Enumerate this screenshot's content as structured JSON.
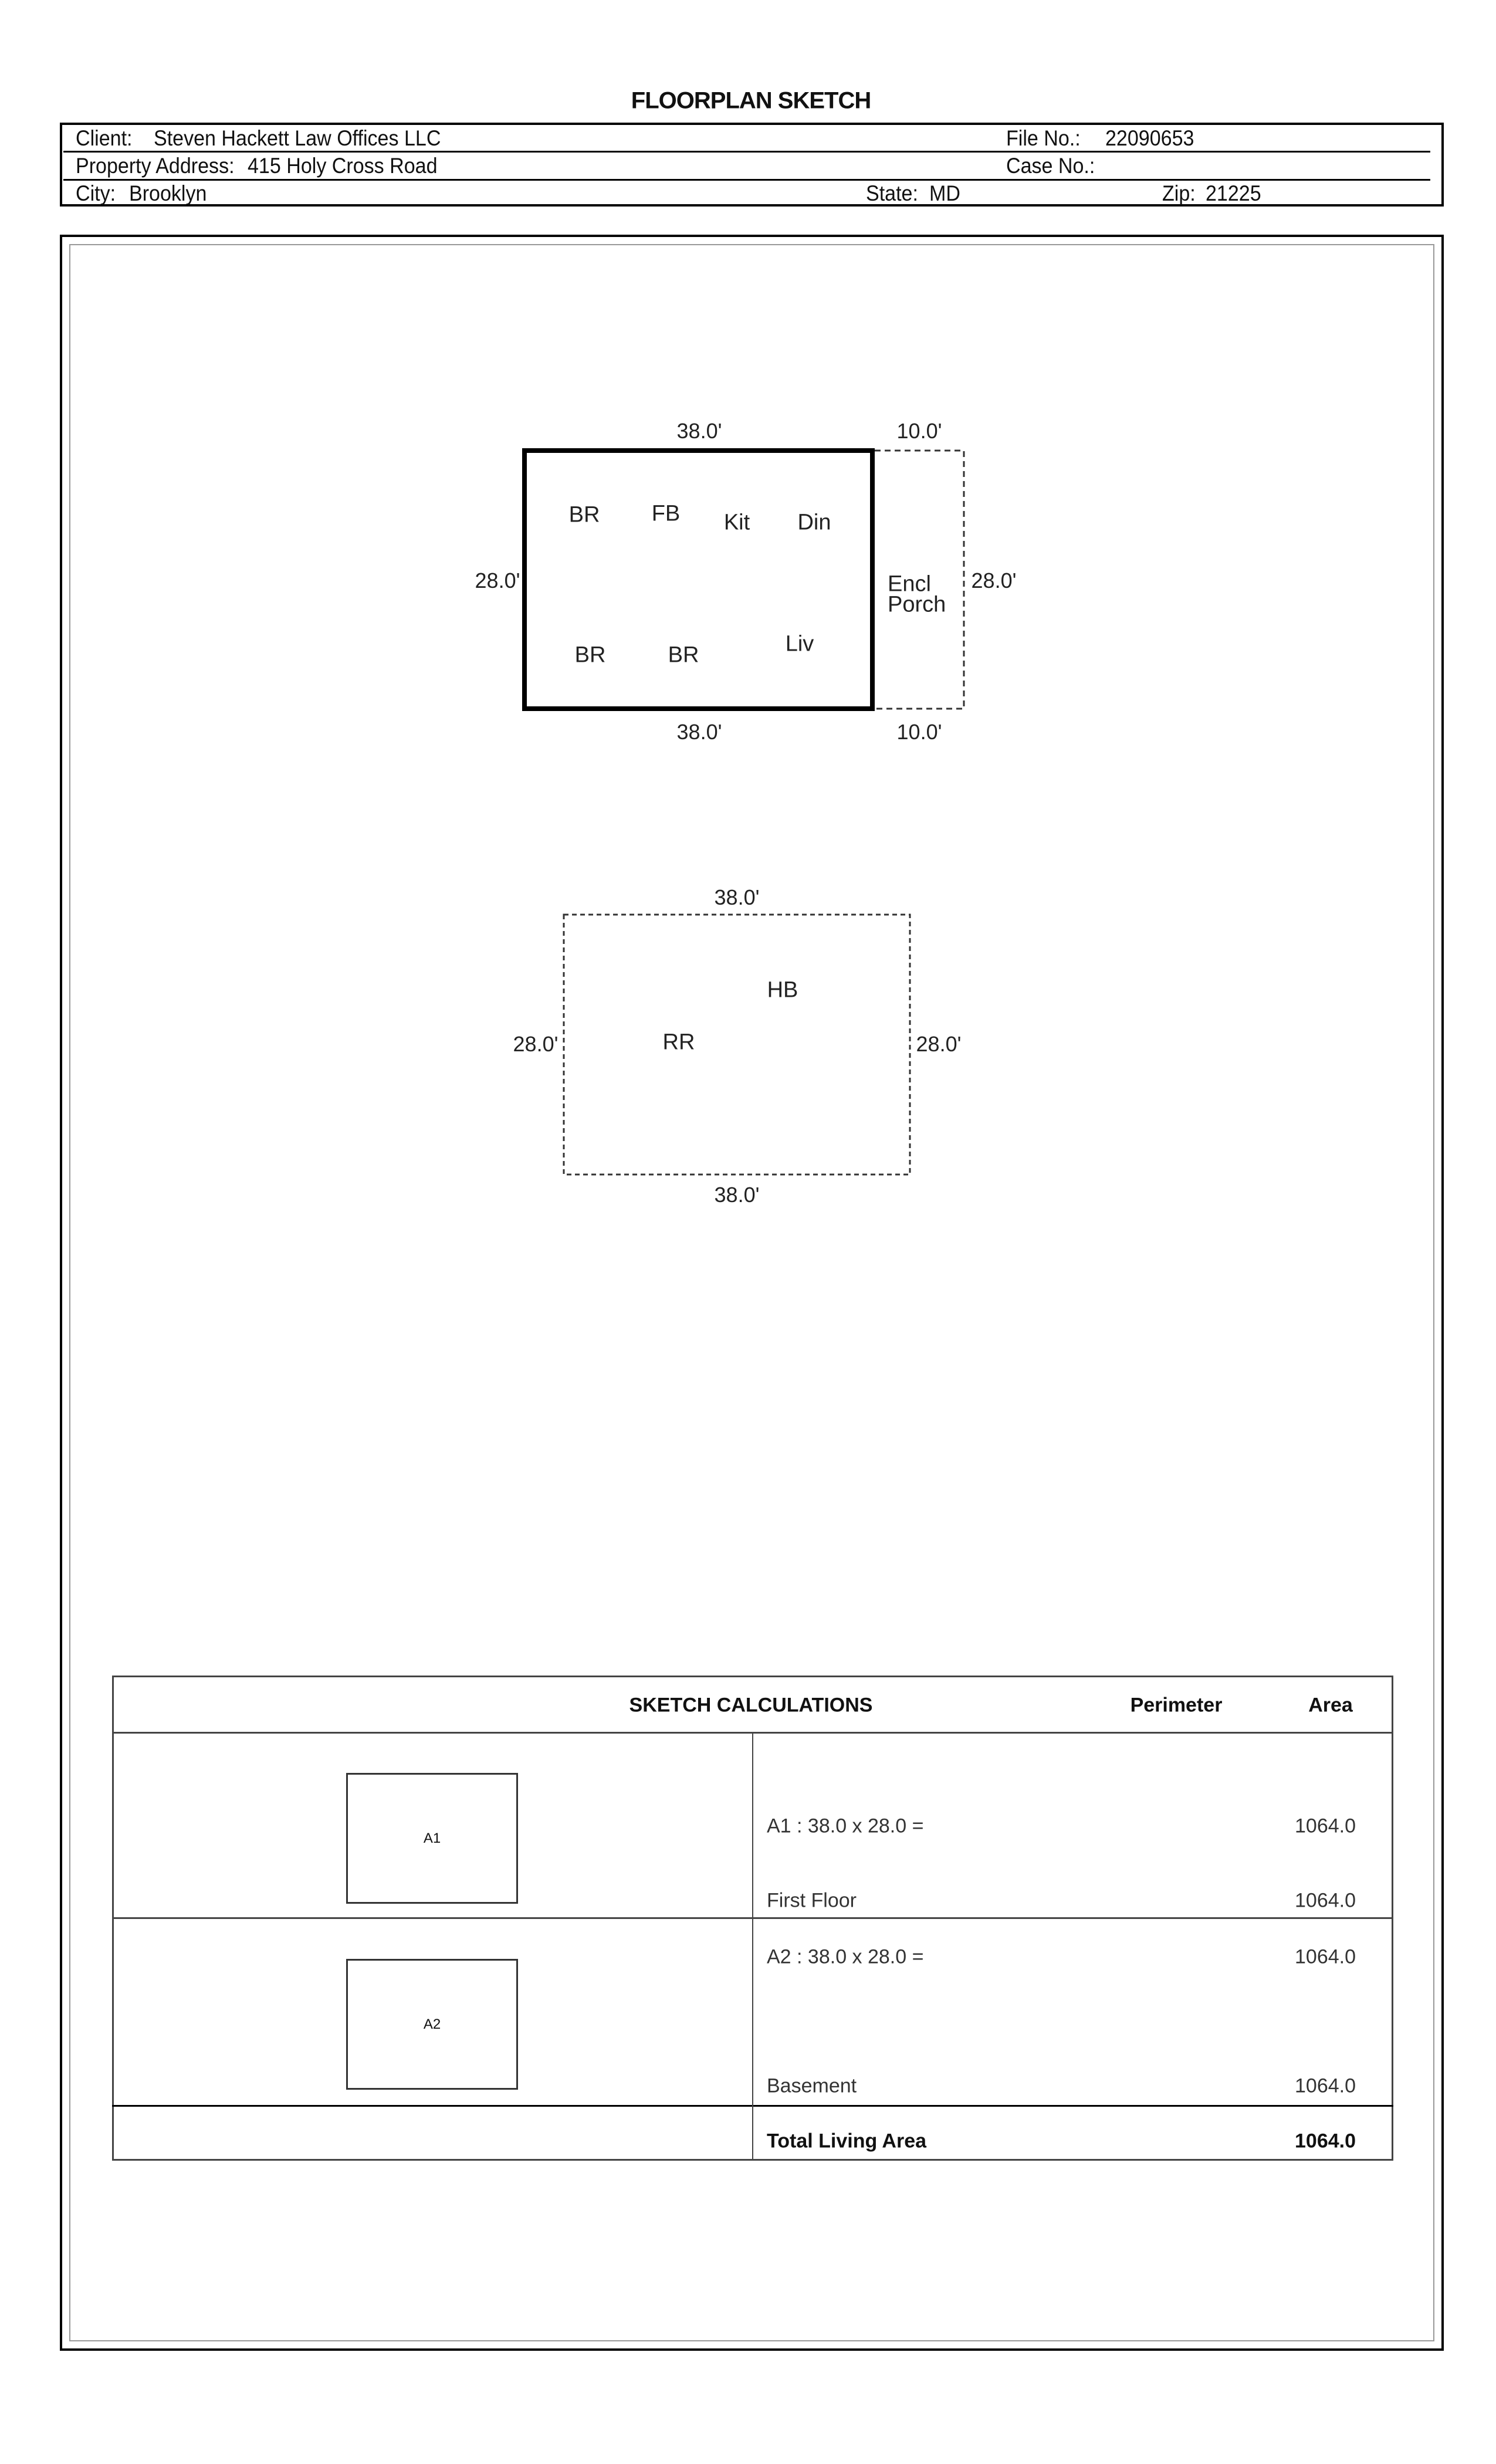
{
  "title": "FLOORPLAN SKETCH",
  "header": {
    "client_label": "Client:",
    "client": "Steven Hackett Law Offices LLC",
    "file_no_label": "File No.:",
    "file_no": "22090653",
    "address_label": "Property Address:",
    "address": "415 Holy Cross Road",
    "case_no_label": "Case No.:",
    "city_label": "City:",
    "city": "Brooklyn",
    "state_label": "State:",
    "state": "MD",
    "zip_label": "Zip:",
    "zip": "21225"
  },
  "sketch1": {
    "dims": {
      "top": "38.0'",
      "bottom": "38.0'",
      "left": "28.0'",
      "right": "28.0'",
      "porch_top": "10.0'",
      "porch_bottom": "10.0'"
    },
    "rooms": [
      "BR",
      "FB",
      "Kit",
      "Din",
      "BR",
      "BR",
      "Liv"
    ],
    "porch_label_1": "Encl",
    "porch_label_2": "Porch"
  },
  "sketch2": {
    "dims": {
      "top": "38.0'",
      "bottom": "38.0'",
      "left": "28.0'",
      "right": "28.0'"
    },
    "rooms": [
      "HB",
      "RR"
    ]
  },
  "calculations": {
    "title": "SKETCH CALCULATIONS",
    "perimeter_label": "Perimeter",
    "area_label": "Area",
    "sections": [
      {
        "thumb": "A1",
        "formula": "A1 : 38.0 x 28.0 =",
        "formula_area": "1064.0",
        "name": "First Floor",
        "subtotal": "1064.0"
      },
      {
        "thumb": "A2",
        "formula": "A2 : 38.0 x 28.0 =",
        "formula_area": "1064.0",
        "name": "Basement",
        "subtotal": "1064.0"
      }
    ],
    "total_label": "Total Living Area",
    "total": "1064.0"
  }
}
